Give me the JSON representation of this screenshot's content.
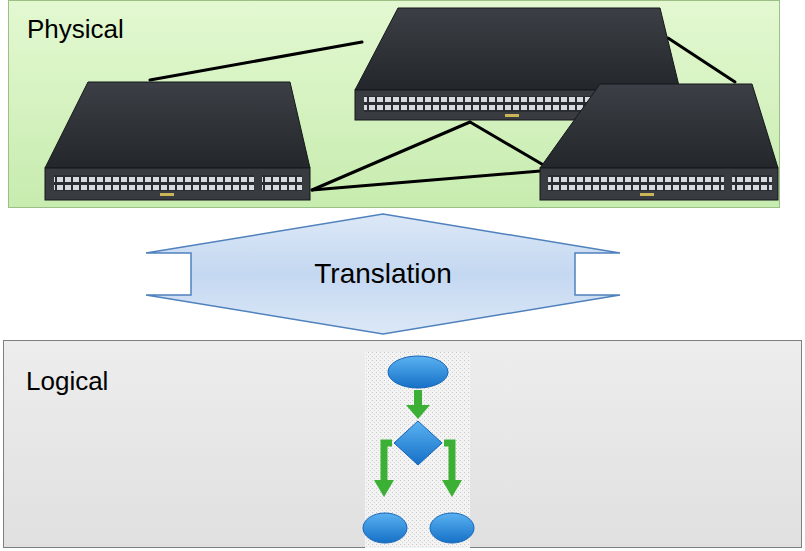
{
  "diagram": {
    "nodes": [
      {
        "text": [
          "Physical"
        ]
      },
      {
        "text": [
          "Logical"
        ]
      }
    ],
    "edges": [
      {
        "from": 0,
        "to": 1,
        "label": "Translation",
        "arrow": "both"
      }
    ]
  }
}
